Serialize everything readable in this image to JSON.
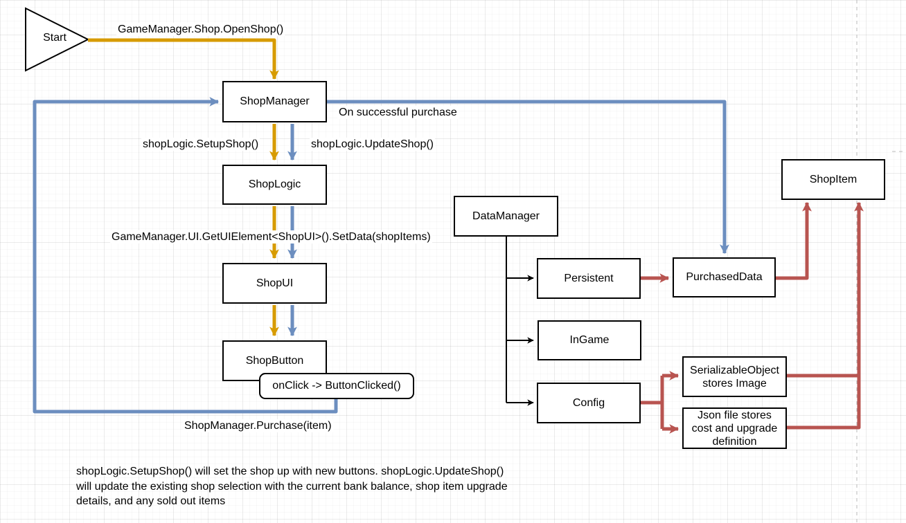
{
  "colors": {
    "gold": "#D79B00",
    "blue": "#6C8EBF",
    "red": "#B85450",
    "edge_black": "#000000",
    "guide_gray": "#B9B9B9"
  },
  "nodes": {
    "start": "Start",
    "shop_manager": "ShopManager",
    "shop_logic": "ShopLogic",
    "shop_ui": "ShopUI",
    "shop_button": "ShopButton",
    "on_click": "onClick -> ButtonClicked()",
    "data_manager": "DataManager",
    "persistent": "Persistent",
    "in_game": "InGame",
    "config": "Config",
    "purchased_data": "PurchasedData",
    "shop_item": "ShopItem",
    "serializable_object": "SerializableObject stores Image",
    "json_file": "Json file stores cost and upgrade definition"
  },
  "edge_labels": {
    "open_shop": "GameManager.Shop.OpenShop()",
    "on_success": "On successful purchase",
    "setup_shop": "shopLogic.SetupShop()",
    "update_shop": "shopLogic.UpdateShop()",
    "get_ui_element": "GameManager.UI.GetUIElement<ShopUI>().SetData(shopItems)",
    "purchase": "ShopManager.Purchase(item)"
  },
  "note": {
    "line1": "shopLogic.SetupShop() will set the shop up with new buttons. shopLogic.UpdateShop()",
    "line2": "will update the existing shop selection with the current bank balance, shop item upgrade",
    "line3": "details, and any sold out items"
  }
}
